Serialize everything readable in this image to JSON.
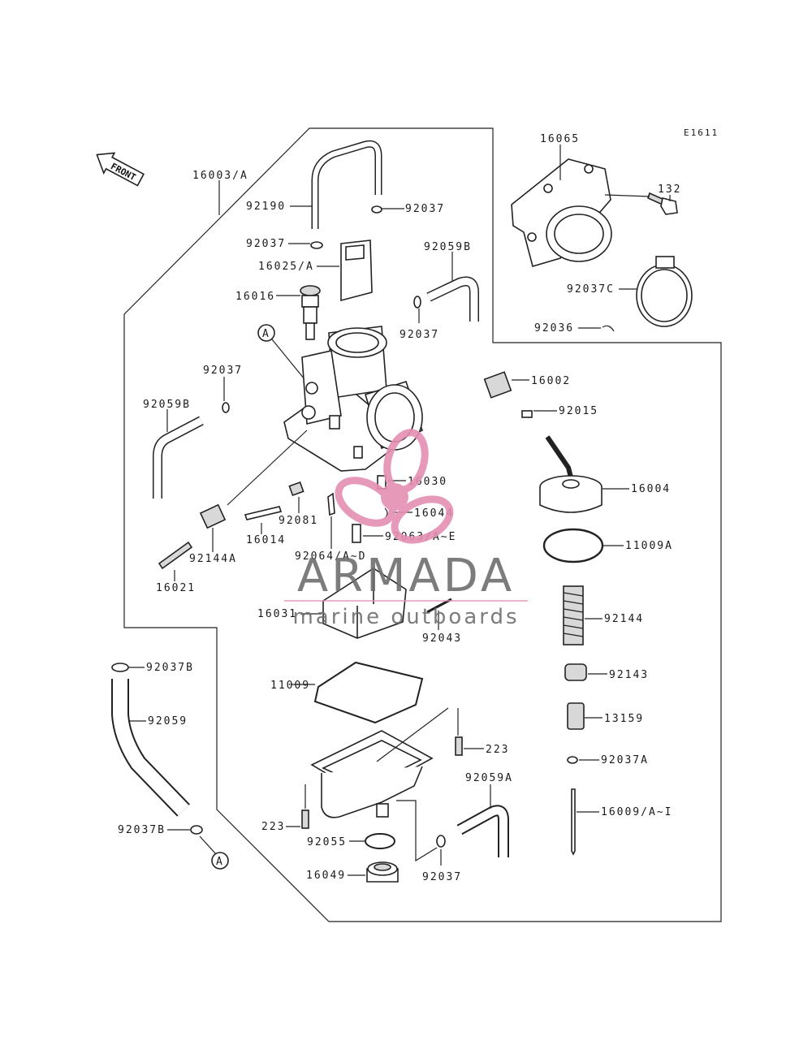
{
  "diagram_code": "E1611",
  "front_label": "FRONT",
  "callout_letter": "A",
  "watermark": {
    "brand": "ARMADA",
    "tagline": "marine outboards",
    "accent": "#e58fb3",
    "text_color": "#6e6e6e"
  },
  "labels": {
    "l16065": "16065",
    "l132": "132",
    "l92037C": "92037C",
    "l92036": "92036",
    "l16003A": "16003/A",
    "l92190": "92190",
    "l92037_top": "92037",
    "l92037_b": "92037",
    "l16025A": "16025/A",
    "l92059B_r": "92059B",
    "l16016": "16016",
    "l92037_c": "92037",
    "l92037_l": "92037",
    "l92059B_l": "92059B",
    "l16002": "16002",
    "l92015": "92015",
    "l16030": "16030",
    "l16004": "16004",
    "l92081": "92081",
    "l16044": "16044",
    "l92063": "92063/A~E",
    "l11009A": "11009A",
    "l16014": "16014",
    "l92144A": "92144A",
    "l92064": "92064/A~D",
    "l16021": "16021",
    "l16031": "16031",
    "l92043": "92043",
    "l92144": "92144",
    "l92037B_t": "92037B",
    "l92143": "92143",
    "l11009": "11009",
    "l92059": "92059",
    "l13159": "13159",
    "l223_r": "223",
    "l92037A": "92037A",
    "l92059A": "92059A",
    "l16009": "16009/A~I",
    "l223_l": "223",
    "l92037B_b": "92037B",
    "l92055": "92055",
    "l16049": "16049",
    "l92037_bot": "92037"
  }
}
